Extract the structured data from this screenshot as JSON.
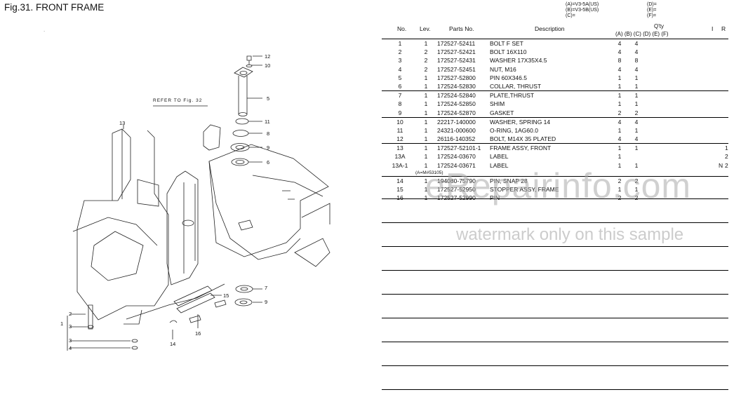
{
  "page": {
    "title": "Fig.31.  FRONT FRAME",
    "refer": "REFER TO Fig. 32",
    "watermark": "eRepairinfo.com",
    "watermark_sub": "watermark only on this sample"
  },
  "models": {
    "left": [
      "(A)=V3-5A(US)",
      "(B)=V3-5B(US)",
      "(C)="
    ],
    "right": [
      "(D)=",
      "(E)=",
      "(F)="
    ]
  },
  "table": {
    "headers": {
      "no": "No.",
      "lev": "Lev.",
      "part": "Parts No.",
      "desc": "Description",
      "qty": "Q'ty",
      "cols": "(A)  (B)  (C)  (D)  (E)  (F)",
      "i": "I",
      "r": "R"
    },
    "note": "(A=M#53105)",
    "rows": [
      {
        "no": "1",
        "lev": "1",
        "part": "172527-52411",
        "desc": "BOLT F SET",
        "a": "4",
        "b": "4",
        "i": "",
        "r": ""
      },
      {
        "no": "2",
        "lev": "2",
        "part": "172527-52421",
        "desc": "BOLT 16X110",
        "a": "4",
        "b": "4",
        "i": "",
        "r": ""
      },
      {
        "no": "3",
        "lev": "2",
        "part": "172527-52431",
        "desc": "WASHER 17X35X4.5",
        "a": "8",
        "b": "8",
        "i": "",
        "r": ""
      },
      {
        "no": "4",
        "lev": "2",
        "part": "172527-52451",
        "desc": "NUT, M16",
        "a": "4",
        "b": "4",
        "i": "",
        "r": ""
      },
      {
        "no": "5",
        "lev": "1",
        "part": "172527-52800",
        "desc": "PIN 60X346.5",
        "a": "1",
        "b": "1",
        "i": "",
        "r": ""
      },
      {
        "no": "6",
        "lev": "1",
        "part": "172524-52830",
        "desc": "COLLAR, THRUST",
        "a": "1",
        "b": "1",
        "i": "",
        "r": ""
      },
      {
        "no": "7",
        "lev": "1",
        "part": "172524-52840",
        "desc": "PLATE,THRUST",
        "a": "1",
        "b": "1",
        "i": "",
        "r": ""
      },
      {
        "no": "8",
        "lev": "1",
        "part": "172524-52850",
        "desc": "SHIM",
        "a": "1",
        "b": "1",
        "i": "",
        "r": ""
      },
      {
        "no": "9",
        "lev": "1",
        "part": "172524-52870",
        "desc": "GASKET",
        "a": "2",
        "b": "2",
        "i": "",
        "r": ""
      },
      {
        "no": "10",
        "lev": "1",
        "part": "22217-140000",
        "desc": "WASHER, SPRING 14",
        "a": "4",
        "b": "4",
        "i": "",
        "r": ""
      },
      {
        "no": "11",
        "lev": "1",
        "part": "24321-000600",
        "desc": "O-RING, 1AG60.0",
        "a": "1",
        "b": "1",
        "i": "",
        "r": ""
      },
      {
        "no": "12",
        "lev": "1",
        "part": "26116-140352",
        "desc": "BOLT, M14X 35 PLATED",
        "a": "4",
        "b": "4",
        "i": "",
        "r": ""
      },
      {
        "no": "13",
        "lev": "1",
        "part": "172527-52101-1",
        "desc": "FRAME ASSY, FRONT",
        "a": "1",
        "b": "1",
        "i": "",
        "r": "1"
      },
      {
        "no": "13A",
        "lev": "1",
        "part": "172524-03670",
        "desc": "LABEL",
        "a": "1",
        "b": "",
        "i": "",
        "r": "2"
      },
      {
        "no": "13A-1",
        "lev": "1",
        "part": "172524-03671",
        "desc": "LABEL",
        "a": "1",
        "b": "1",
        "i": "N",
        "r": "2"
      },
      {
        "no": "14",
        "lev": "1",
        "part": "194080-75790",
        "desc": "PIN, SNAP 28",
        "a": "2",
        "b": "2",
        "i": "",
        "r": ""
      },
      {
        "no": "15",
        "lev": "1",
        "part": "172527-52950",
        "desc": "STOPPER ASSY, FRAME",
        "a": "1",
        "b": "1",
        "i": "",
        "r": ""
      },
      {
        "no": "16",
        "lev": "1",
        "part": "172527-52990",
        "desc": "PIN",
        "a": "2",
        "b": "2",
        "i": "",
        "r": ""
      }
    ]
  },
  "callouts": [
    "1",
    "2",
    "3",
    "4",
    "5",
    "6",
    "7",
    "8",
    "9",
    "10",
    "11",
    "12",
    "13",
    "14",
    "15",
    "16"
  ]
}
